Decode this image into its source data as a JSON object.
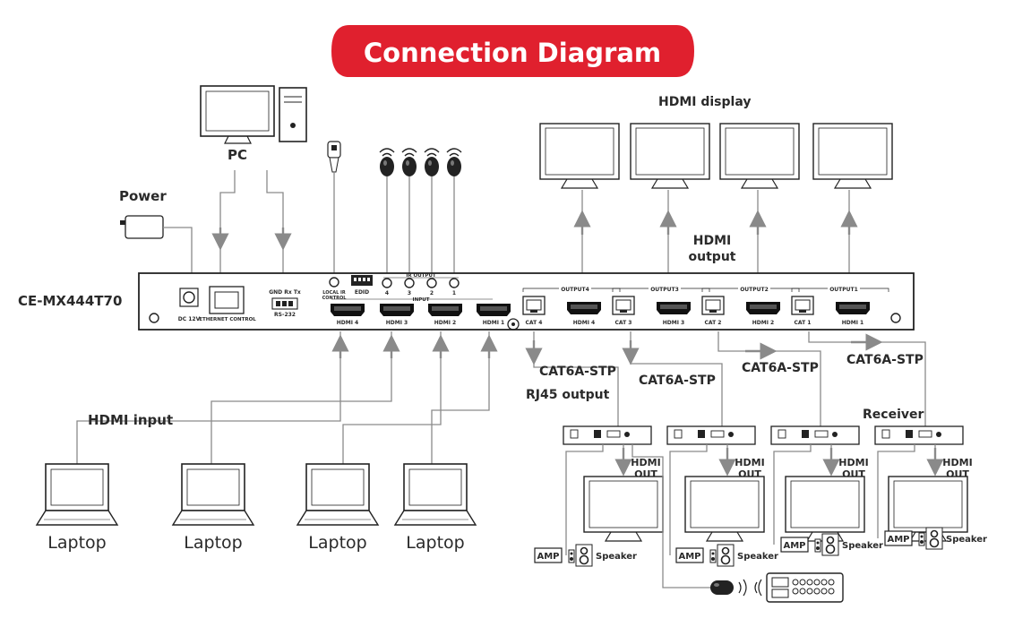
{
  "title": "Connection Diagram",
  "labels": {
    "pc": "PC",
    "power": "Power",
    "model": "CE-MX444T70",
    "hdmi_display": "HDMI display",
    "hdmi_output_l1": "HDMI",
    "hdmi_output_l2": "output",
    "hdmi_input": "HDMI input",
    "rj45_output": "RJ45 output",
    "receiver": "Receiver",
    "cable": "CAT6A-STP",
    "hdmi_out_l1": "HDMI",
    "hdmi_out_l2": "OUT",
    "amp": "AMP",
    "speaker": "Speaker",
    "laptop": "Laptop"
  },
  "panel": {
    "dc": "DC 12V",
    "ethernet": "ETHERNET CONTROL",
    "gnd": "GND Rx Tx",
    "rs232": "RS-232",
    "local_ir_l1": "LOCAL IR",
    "local_ir_l2": "CONTROL",
    "edid": "EDID",
    "ir_output": "IR OUTPUT",
    "input": "INPUT",
    "ir_nums": [
      "4",
      "3",
      "2",
      "1"
    ],
    "inputs": [
      "HDMI 4",
      "HDMI 3",
      "HDMI 2",
      "HDMI 1"
    ],
    "outputs": [
      {
        "group": "OUTPUT4",
        "cat": "CAT 4",
        "hdmi": "HDMI 4"
      },
      {
        "group": "OUTPUT3",
        "cat": "CAT 3",
        "hdmi": "HDMI 3"
      },
      {
        "group": "OUTPUT2",
        "cat": "CAT 2",
        "hdmi": "HDMI 2"
      },
      {
        "group": "OUTPUT1",
        "cat": "CAT 1",
        "hdmi": "HDMI 1"
      }
    ]
  },
  "colors": {
    "title_bg": "#e0202e",
    "title_text": "#ffffff",
    "text": "#2a2a2a",
    "line": "#8a8a8a"
  }
}
